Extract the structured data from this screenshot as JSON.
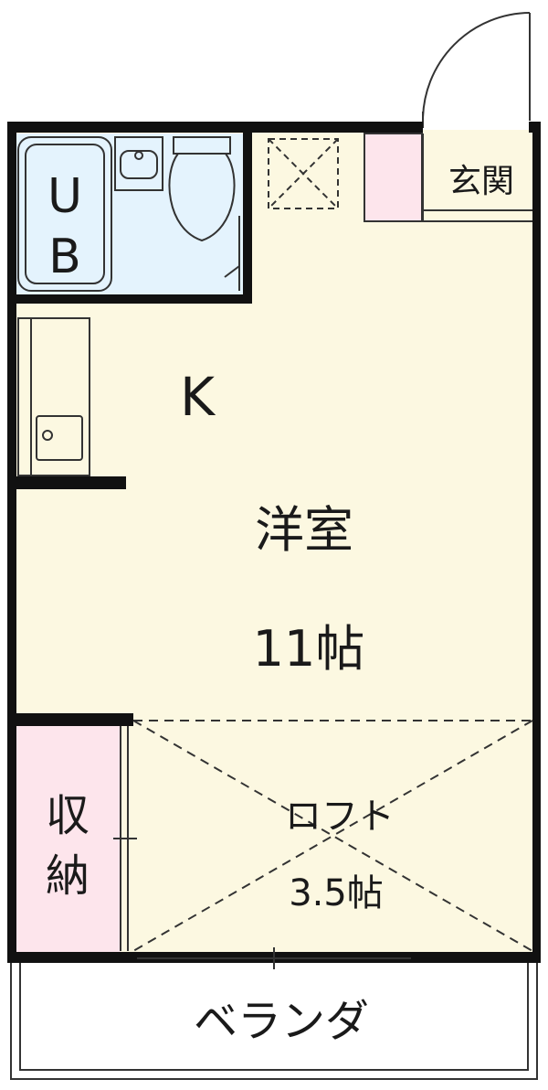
{
  "rooms": {
    "unit_bath": {
      "line1": "U",
      "line2": "B"
    },
    "kitchen": "K",
    "western_room": {
      "name": "洋室",
      "size": "11帖"
    },
    "loft": {
      "name": "ロフト",
      "size": "3.5帖"
    },
    "closet": {
      "line1": "収",
      "line2": "納"
    },
    "entrance": "玄関",
    "veranda": "ベランダ"
  },
  "colors": {
    "floor": "#fcf8e1",
    "bath": "#e4f3fd",
    "storage": "#fde5ec",
    "wall": "#111111",
    "outline": "#333333"
  }
}
